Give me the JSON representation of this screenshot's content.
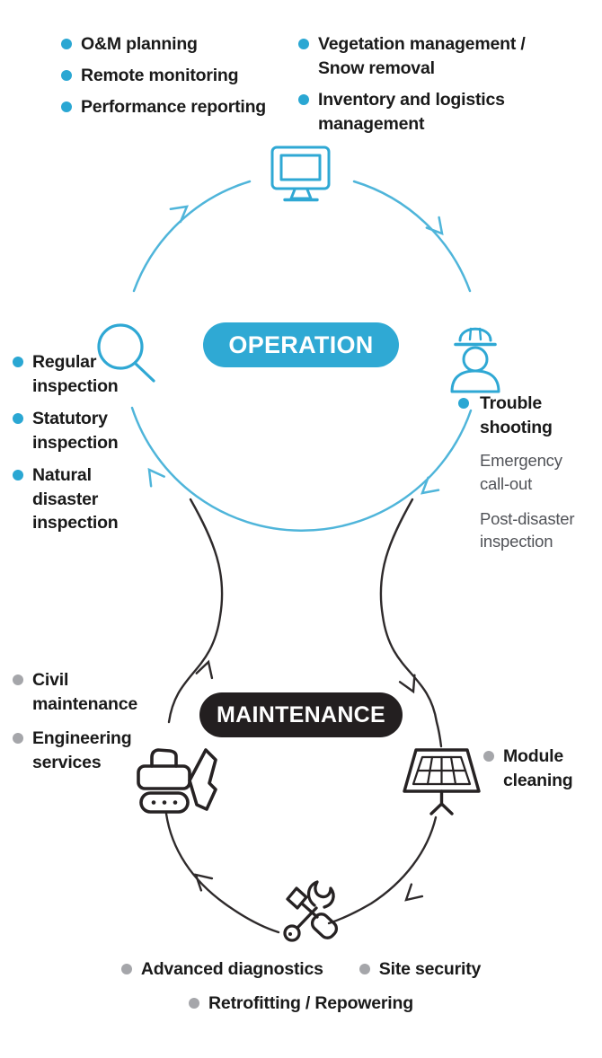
{
  "colors": {
    "accent_teal": "#2fa9d4",
    "arc_teal": "#4fb5da",
    "pill_dark": "#231f20",
    "arc_dark": "#2e2a2b",
    "text_dark": "#1a1a1a",
    "text_gray": "#515358",
    "bullet_gray": "#a5a6aa"
  },
  "operation": {
    "pill_label": "OPERATION",
    "planning_items": [
      "O&M planning",
      "Remote monitoring",
      "Performance reporting"
    ],
    "management_items": [
      "Vegetation management /\nSnow removal",
      "Inventory and logistics\nmanagement"
    ],
    "inspection_items": [
      "Regular inspection",
      "Statutory inspection",
      "Natural disaster inspection"
    ],
    "trouble_item": "Trouble shooting",
    "trouble_sub_items": [
      "Emergency call-out",
      "Post-disaster inspection"
    ]
  },
  "maintenance": {
    "pill_label": "MAINTENANCE",
    "left_items": [
      "Civil maintenance",
      "Engineering services"
    ],
    "right_item": "Module cleaning",
    "bottom_row1": [
      "Advanced diagnostics",
      "Site security"
    ],
    "bottom_row2": [
      "Retrofitting / Repowering"
    ]
  },
  "icons": {
    "operation_top": "monitor-icon",
    "operation_left": "magnifier-icon",
    "operation_right": "worker-icon",
    "maintenance_left": "excavator-icon",
    "maintenance_right": "solar-panel-icon",
    "maintenance_bottom": "tools-icon"
  }
}
